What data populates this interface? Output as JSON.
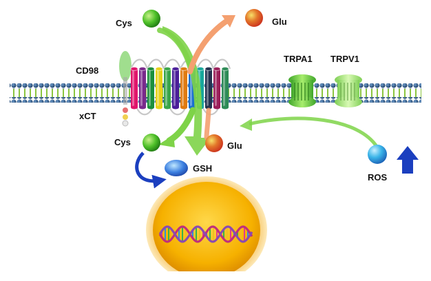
{
  "labels": {
    "cys_top": "Cys",
    "glu_top": "Glu",
    "cd98": "CD98",
    "xct": "xCT",
    "trpa1": "TRPA1",
    "trpv1": "TRPV1",
    "cys_bottom": "Cys",
    "glu_bottom": "Glu",
    "gsh": "GSH",
    "ros": "ROS"
  },
  "helix_colors": [
    "#e0156b",
    "#7a2a8c",
    "#1b8f3b",
    "#e8d21a",
    "#3aa54a",
    "#4b1f9a",
    "#e07a10",
    "#1a6fd0",
    "#18a89c",
    "#24324f",
    "#9b1f5a",
    "#2e8b57"
  ],
  "colors": {
    "membrane_head": "#2a5580",
    "membrane_tail": "#8bc53f",
    "arrow_green": "#7ed348",
    "arrow_orange": "#f4a070",
    "arrow_blue": "#1b3fbf",
    "nucleus": "#f3a400"
  }
}
